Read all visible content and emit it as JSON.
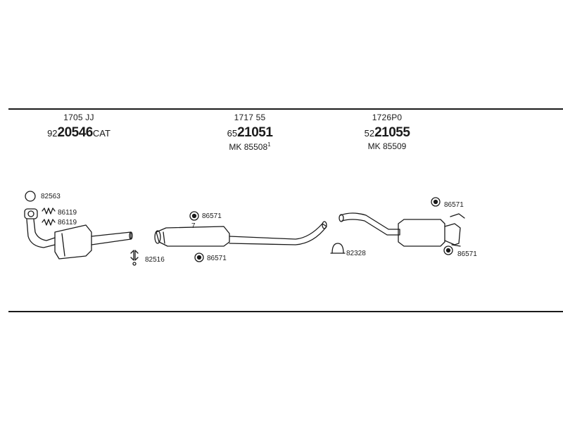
{
  "diagram": {
    "parts": [
      {
        "top": "1705 JJ",
        "prefix": "92",
        "main": "20546",
        "suffix": "CAT",
        "sub": ""
      },
      {
        "top": "1717 55",
        "prefix": "65",
        "main": "21051",
        "suffix": "",
        "sub": "MK  85508",
        "sub_sup": "1"
      },
      {
        "top": "1726P0",
        "prefix": "52",
        "main": "21055",
        "suffix": "",
        "sub": "MK  85509"
      }
    ],
    "callouts": {
      "ring": "82563",
      "spring_top": "86119",
      "spring_bottom": "86119",
      "clamp_left": "82516",
      "mid_top": "86571",
      "mid_bottom": "86571",
      "hanger_mid": "82328",
      "rear_top": "86571",
      "rear_bottom": "86571"
    },
    "mid_mark": "7"
  }
}
